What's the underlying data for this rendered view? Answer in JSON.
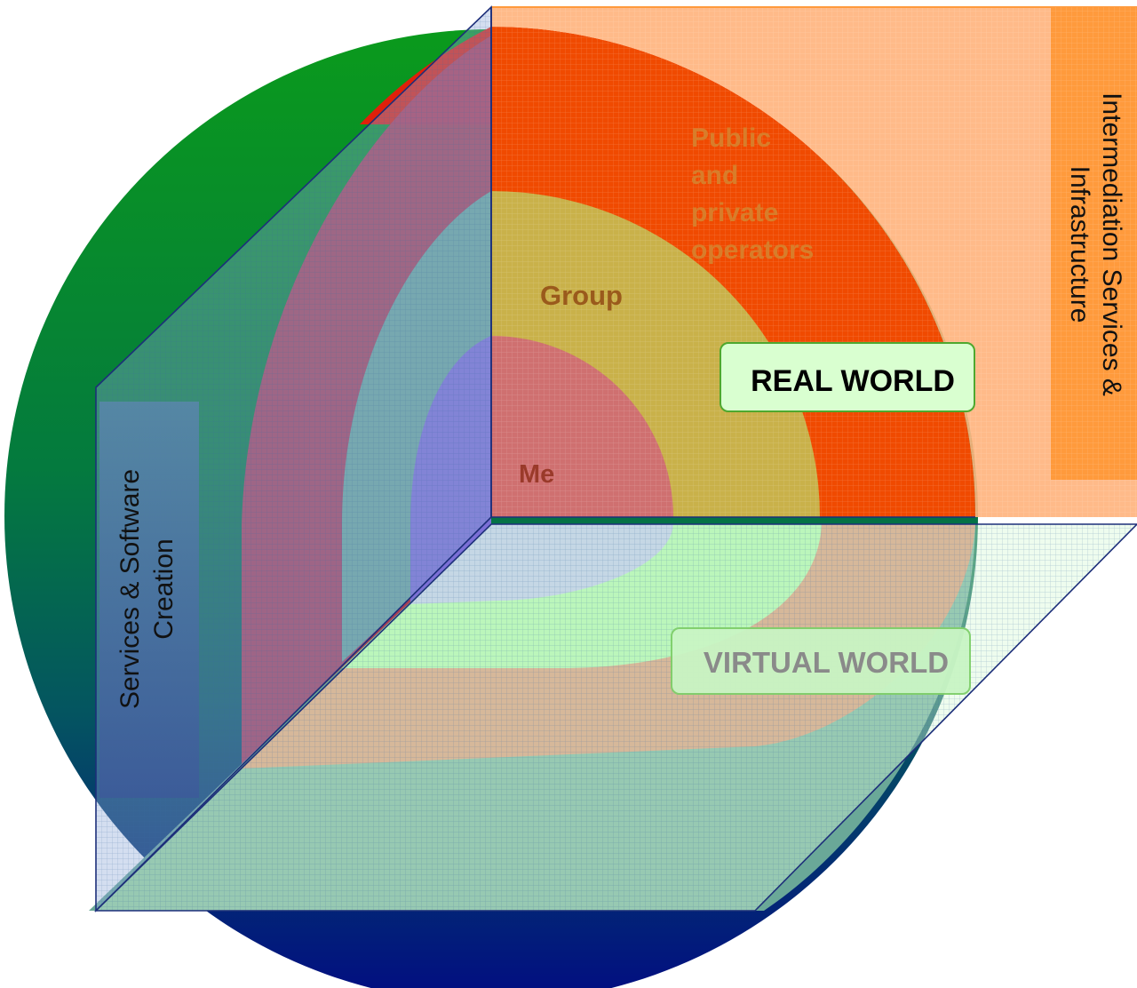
{
  "colors": {
    "sphere_top": "#0a9a1c",
    "sphere_bottom": "#020c82",
    "outer_shell": "#f04a00",
    "group_ring": "#c9b14a",
    "me_core": "#cf7070",
    "core_blue": "#7b6fd6",
    "shell_teal": "#6aa898",
    "shell_maroon": "#b23b55",
    "virtual_salmon": "#d68a6e",
    "virtual_green": "#a8f5a8",
    "virtual_lavender": "#b9bff0",
    "top_panel": "#ffb27c",
    "right_box": "#ff9a3c",
    "left_panel": "#5a7fa8",
    "label_box_fill": "#d9ffd0",
    "label_box_stroke": "#4ea82e"
  },
  "layers": {
    "outer_shell": [
      "Public",
      "and",
      "private",
      "operators"
    ],
    "group": "Group",
    "me": "Me"
  },
  "labels": {
    "real_world": "REAL WORLD",
    "virtual_world": "VIRTUAL WORLD",
    "right_panel": [
      "Intermediation Services &",
      "Infrastructure"
    ],
    "left_panel": [
      "Services & Software",
      "Creation"
    ]
  }
}
